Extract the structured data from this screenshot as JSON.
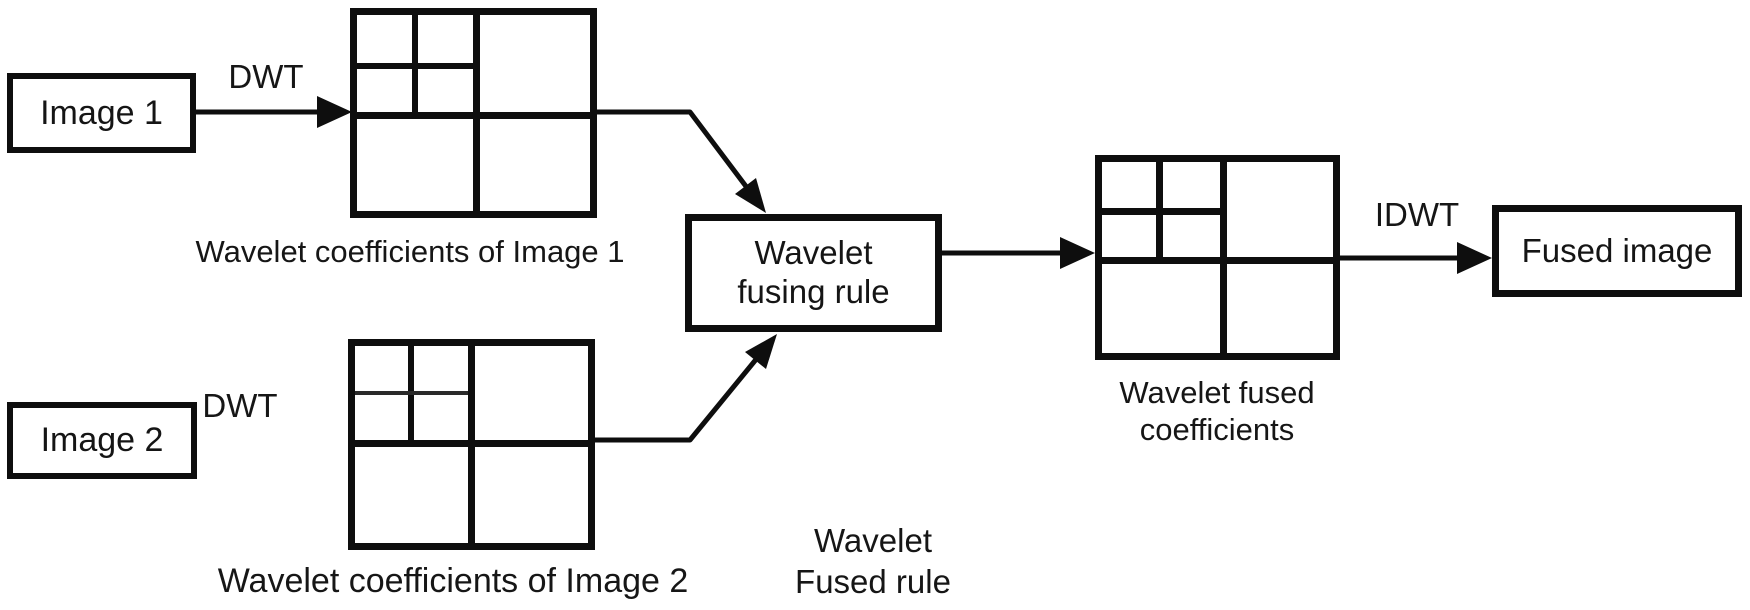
{
  "diagram": {
    "background": "#ffffff",
    "line_color": "#0e0e0e",
    "nodes": {
      "image1": {
        "label": "Image 1"
      },
      "image2": {
        "label": "Image 2"
      },
      "fusing_rule": {
        "line1": "Wavelet",
        "line2": "fusing rule"
      },
      "fused_image": {
        "label": "Fused image"
      }
    },
    "arrow_labels": {
      "dwt1": "DWT",
      "dwt2": "DWT",
      "idwt": "IDWT"
    },
    "captions": {
      "coefficients1": "Wavelet coefficients of Image 1",
      "coefficients2": "Wavelet coefficients of Image 2",
      "fused_coefficients_line1": "Wavelet fused",
      "fused_coefficients_line2": "coefficients",
      "fused_rule_note_line1": "Wavelet",
      "fused_rule_note_line2": "Fused rule"
    }
  }
}
